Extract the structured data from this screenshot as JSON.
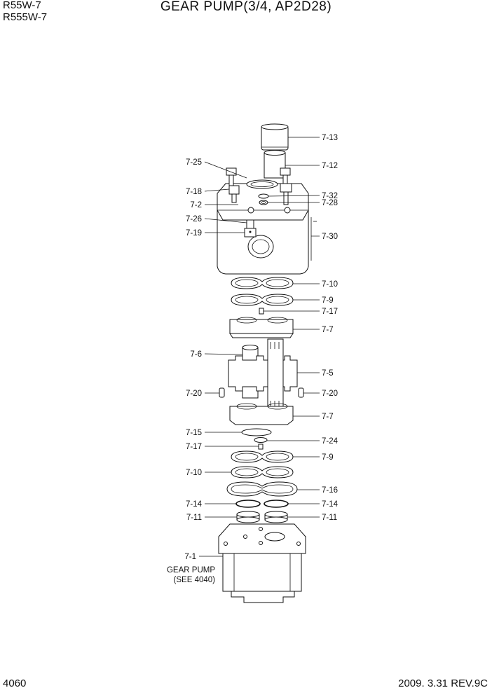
{
  "header": {
    "model_line1": "R55W-7",
    "model_line2": "R555W-7",
    "title": "GEAR PUMP(3/4, AP2D28)"
  },
  "footer": {
    "page_number": "4060",
    "revision": "2009. 3.31  REV.9C"
  },
  "callouts": {
    "c7_13": "7-13",
    "c7_12": "7-12",
    "c7_25": "7-25",
    "c7_18": "7-18",
    "c7_32": "7-32",
    "c7_2": "7-2",
    "c7_28": "7-28",
    "c7_26": "7-26",
    "c7_19": "7-19",
    "c7_30": "7-30",
    "c7_10a": "7-10",
    "c7_9a": "7-9",
    "c7_17a": "7-17",
    "c7_7a": "7-7",
    "c7_6": "7-6",
    "c7_5": "7-5",
    "c7_20l": "7-20",
    "c7_20r": "7-20",
    "c7_7b": "7-7",
    "c7_15": "7-15",
    "c7_24": "7-24",
    "c7_17b": "7-17",
    "c7_9b": "7-9",
    "c7_10b": "7-10",
    "c7_16": "7-16",
    "c7_14l": "7-14",
    "c7_14r": "7-14",
    "c7_11l": "7-11",
    "c7_11r": "7-11",
    "c7_1": "7-1"
  },
  "note": {
    "line1": "GEAR PUMP",
    "line2": "(SEE 4040)"
  }
}
